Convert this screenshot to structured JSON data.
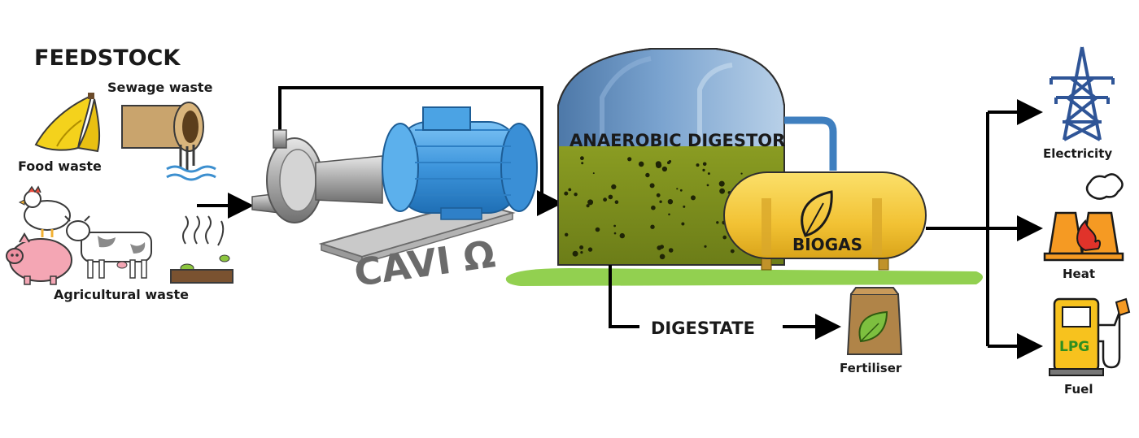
{
  "feedstock": {
    "title": "FEEDSTOCK",
    "food_waste": "Food waste",
    "sewage_waste": "Sewage waste",
    "agricultural_waste": "Agricultural waste"
  },
  "pump": {
    "label": "CAVI Ω"
  },
  "digestor": {
    "label": "ANAEROBIC DIGESTOR"
  },
  "biogas": {
    "label": "BIOGAS"
  },
  "digestate": {
    "label": "DIGESTATE"
  },
  "outputs": {
    "fertiliser": "Fertiliser",
    "electricity": "Electricity",
    "heat": "Heat",
    "fuel": "Fuel",
    "fuel_pump_text": "LPG"
  },
  "colors": {
    "digestor_dome": "#6f97c2",
    "digestor_liquid": "#7d8f1e",
    "tank": "#f2c234",
    "ground": "#92d050",
    "pump_motor": "#4a9fe0",
    "tower": "#2f5597",
    "heat_orange": "#f59a23",
    "fuel_pump": "#f7c21e"
  },
  "icons": [
    "banana-peel-icon",
    "sewage-pipe-icon",
    "chicken-icon",
    "pig-icon",
    "cow-icon",
    "compost-icon",
    "pump-icon",
    "leaf-icon",
    "fertiliser-bag-icon",
    "power-tower-icon",
    "power-plant-icon",
    "fuel-pump-icon"
  ]
}
